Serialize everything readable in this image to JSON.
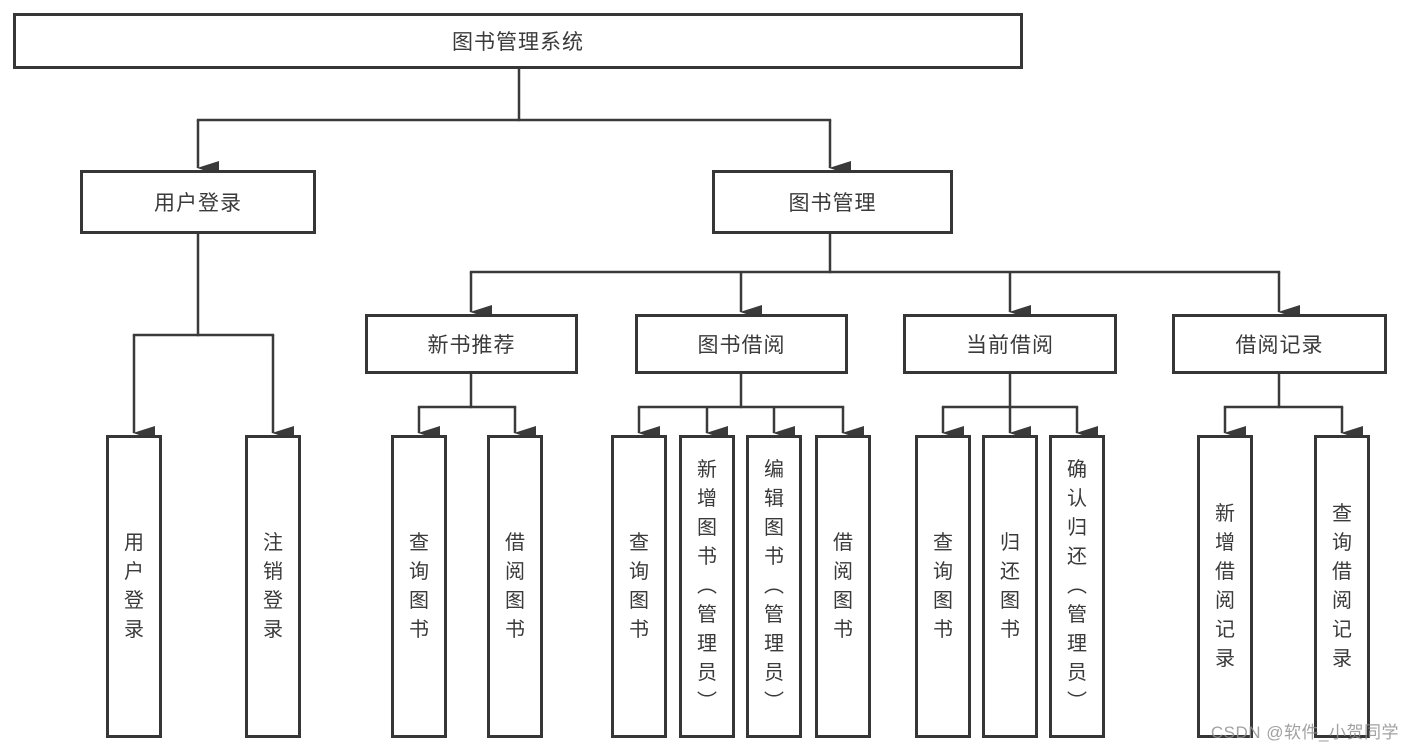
{
  "colors": {
    "background": "#ffffff",
    "line": "#3a3a3a",
    "box_border": "#363636",
    "box_fill": "#ffffff",
    "text": "#3a3a3a",
    "watermark": "#919191"
  },
  "nodes": {
    "root": {
      "label": "图书管理系统"
    },
    "level2": [
      {
        "label": "用户登录"
      },
      {
        "label": "图书管理"
      }
    ],
    "level3": [
      {
        "label": "新书推荐",
        "parent": "图书管理"
      },
      {
        "label": "图书借阅",
        "parent": "图书管理"
      },
      {
        "label": "当前借阅",
        "parent": "图书管理"
      },
      {
        "label": "借阅记录",
        "parent": "图书管理"
      }
    ],
    "leaves": [
      {
        "label": "用户登录",
        "parent": "用户登录"
      },
      {
        "label": "注销登录",
        "parent": "用户登录"
      },
      {
        "label": "查询图书",
        "parent": "新书推荐"
      },
      {
        "label": "借阅图书",
        "parent": "新书推荐"
      },
      {
        "label": "查询图书",
        "parent": "图书借阅"
      },
      {
        "label": "新增图书（管理员）",
        "parent": "图书借阅"
      },
      {
        "label": "编辑图书（管理员）",
        "parent": "图书借阅"
      },
      {
        "label": "借阅图书",
        "parent": "图书借阅"
      },
      {
        "label": "查询图书",
        "parent": "当前借阅"
      },
      {
        "label": "归还图书",
        "parent": "当前借阅"
      },
      {
        "label": "确认归还（管理员）",
        "parent": "当前借阅"
      },
      {
        "label": "新增借阅记录",
        "parent": "借阅记录"
      },
      {
        "label": "查询借阅记录",
        "parent": "借阅记录"
      }
    ]
  },
  "watermark": {
    "text": "CSDN @软件_小贺同学"
  }
}
